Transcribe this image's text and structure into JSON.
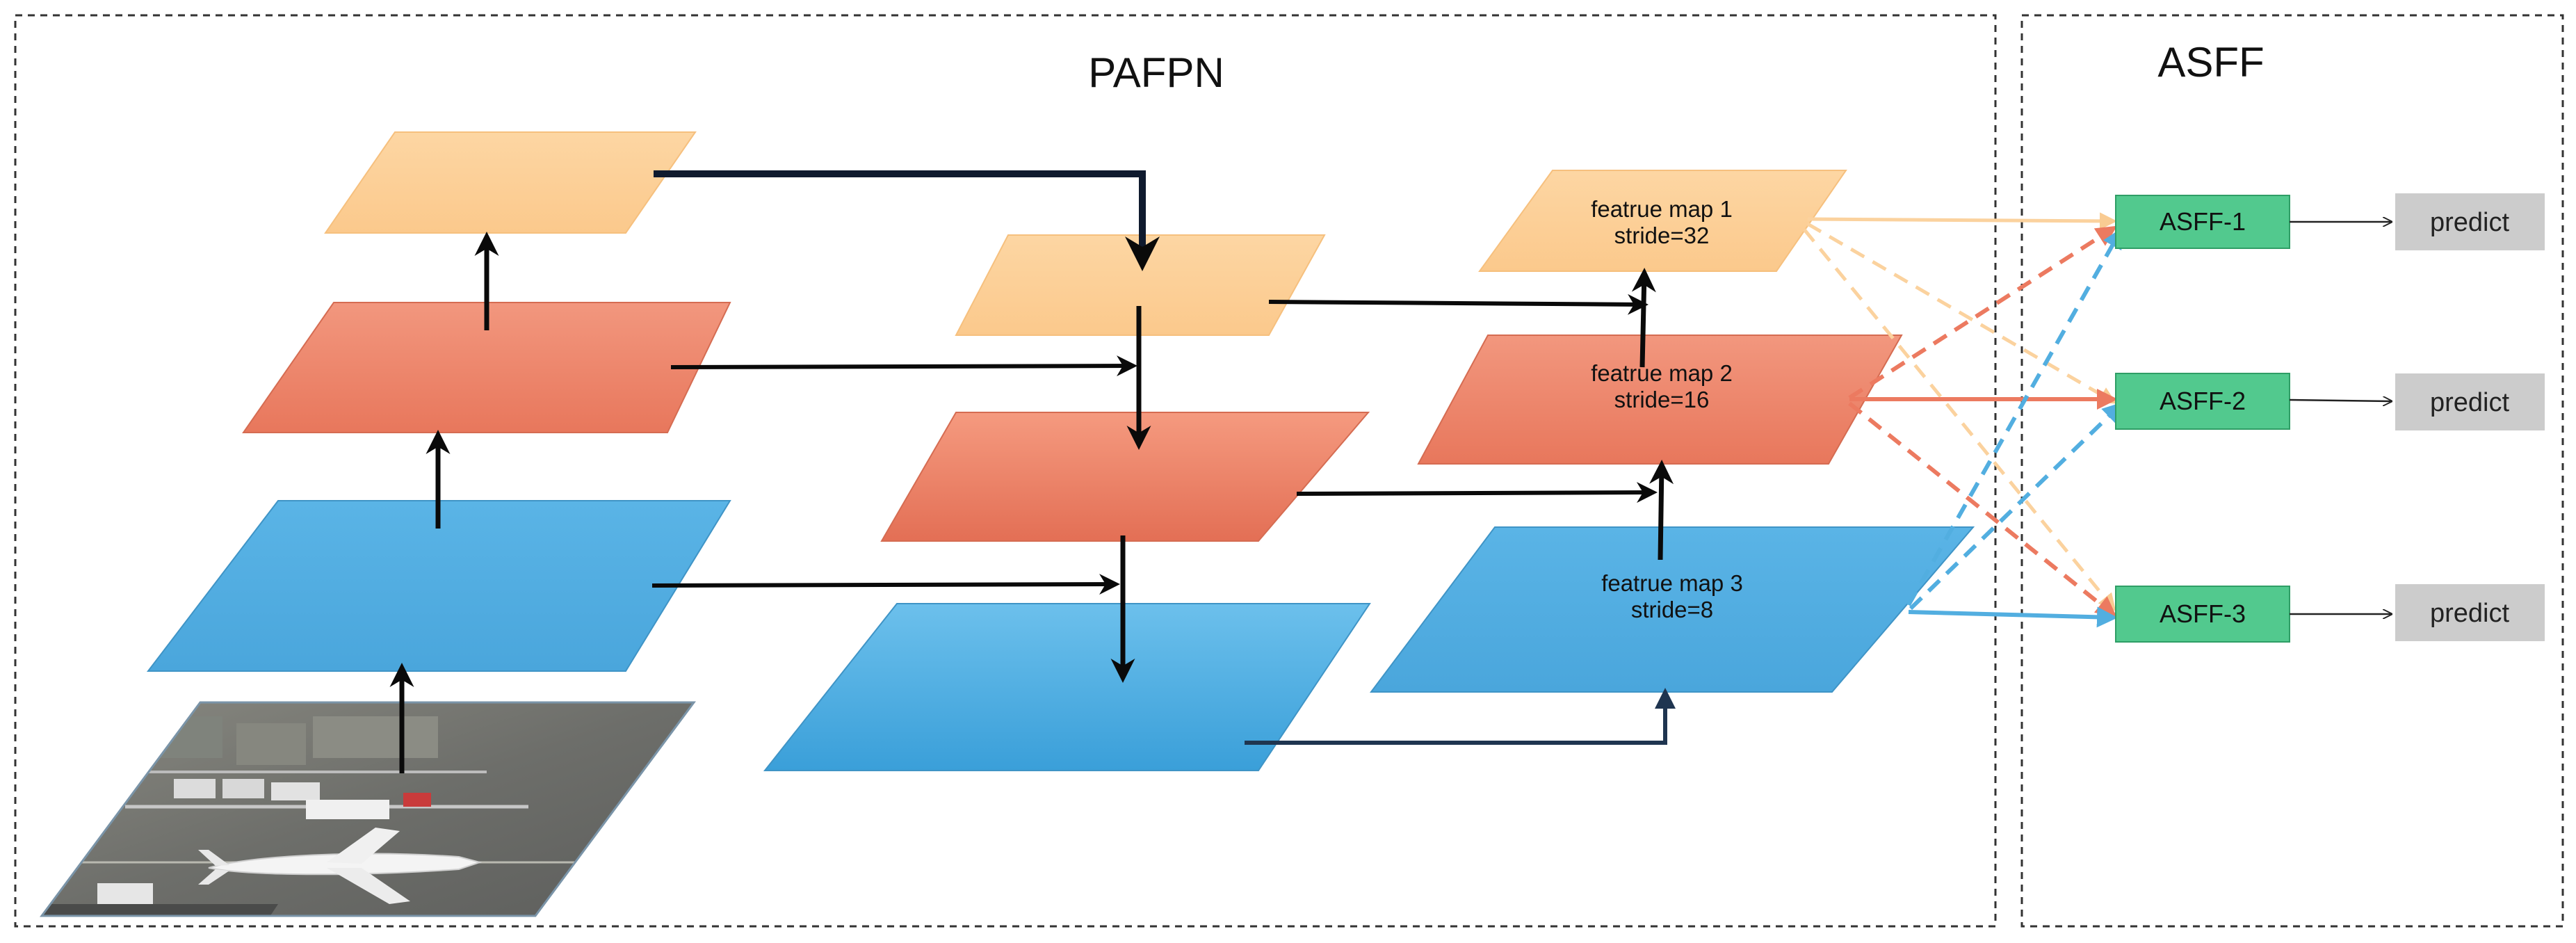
{
  "panels": {
    "pafpn_title": "PAFPN",
    "asff_title": "ASFF"
  },
  "feature_maps": [
    {
      "name": "featrue map 1",
      "stride": "stride=32"
    },
    {
      "name": "featrue map 2",
      "stride": "stride=16"
    },
    {
      "name": "featrue map 3",
      "stride": "stride=8"
    }
  ],
  "asff_modules": [
    "ASFF-1",
    "ASFF-2",
    "ASFF-3"
  ],
  "outputs": [
    "predict",
    "predict",
    "predict"
  ],
  "input_image": {
    "description": ""
  },
  "colors": {
    "light_orange": "#fdd09a",
    "salmon": "#ee866c",
    "blue": "#55b0e3",
    "asff_green": "#52c98e",
    "predict_gray": "#cccccc",
    "arrow_dark": "#0a0a0a",
    "arrow_navy": "#1f3550",
    "dash_orange": "#fbd29e",
    "dash_salmon": "#ec7a60",
    "dash_blue": "#52aee0"
  },
  "icons": {
    "arrowhead": "arrowhead-icon"
  }
}
